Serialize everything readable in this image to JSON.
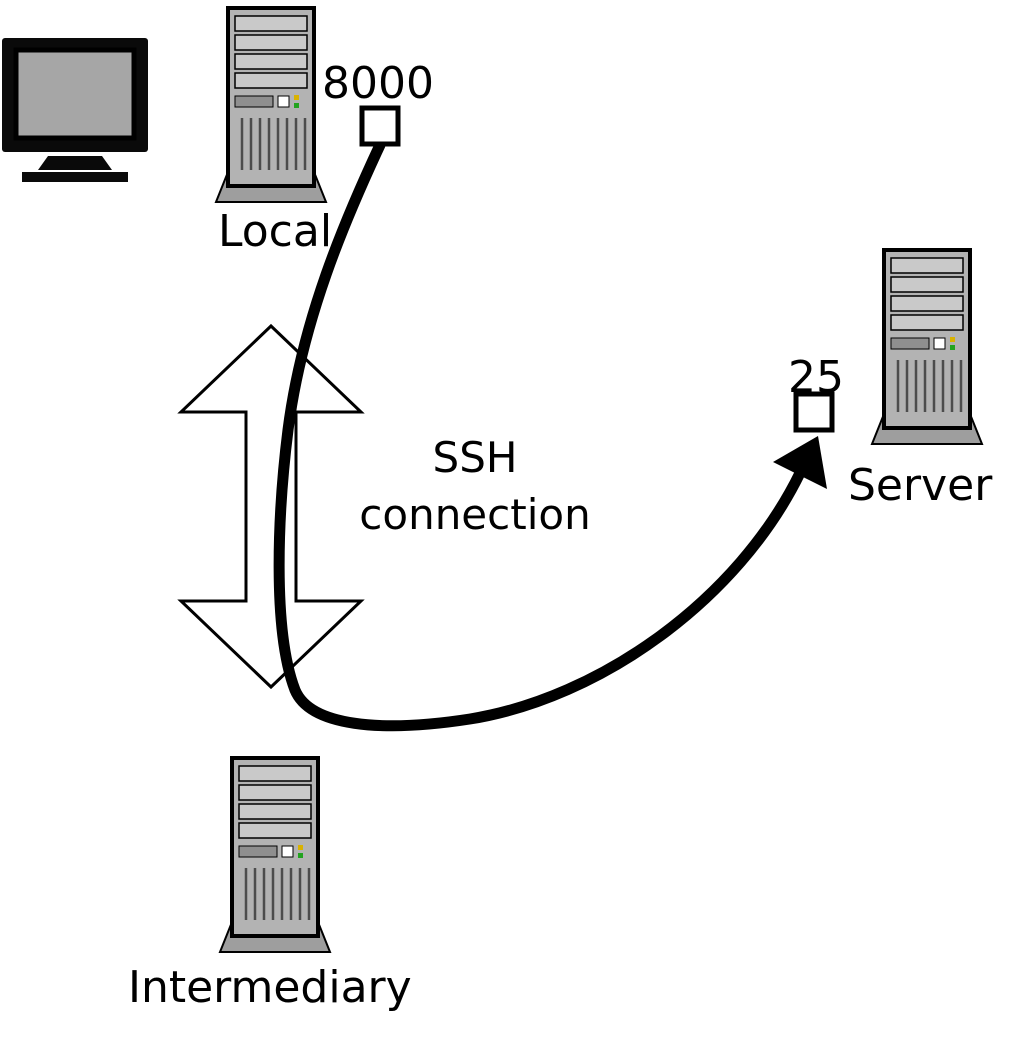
{
  "nodes": {
    "local": {
      "label": "Local",
      "port": "8000"
    },
    "intermediary": {
      "label": "Intermediary"
    },
    "server": {
      "label": "Server",
      "port": "25"
    }
  },
  "connection": {
    "line1": "SSH",
    "line2": "connection"
  },
  "colors": {
    "led_yellow": "#d9b200",
    "led_green": "#22a31f",
    "cable": "#000000",
    "tower_body": "#b3b3b3",
    "tower_bay": "#c9c9c9"
  }
}
